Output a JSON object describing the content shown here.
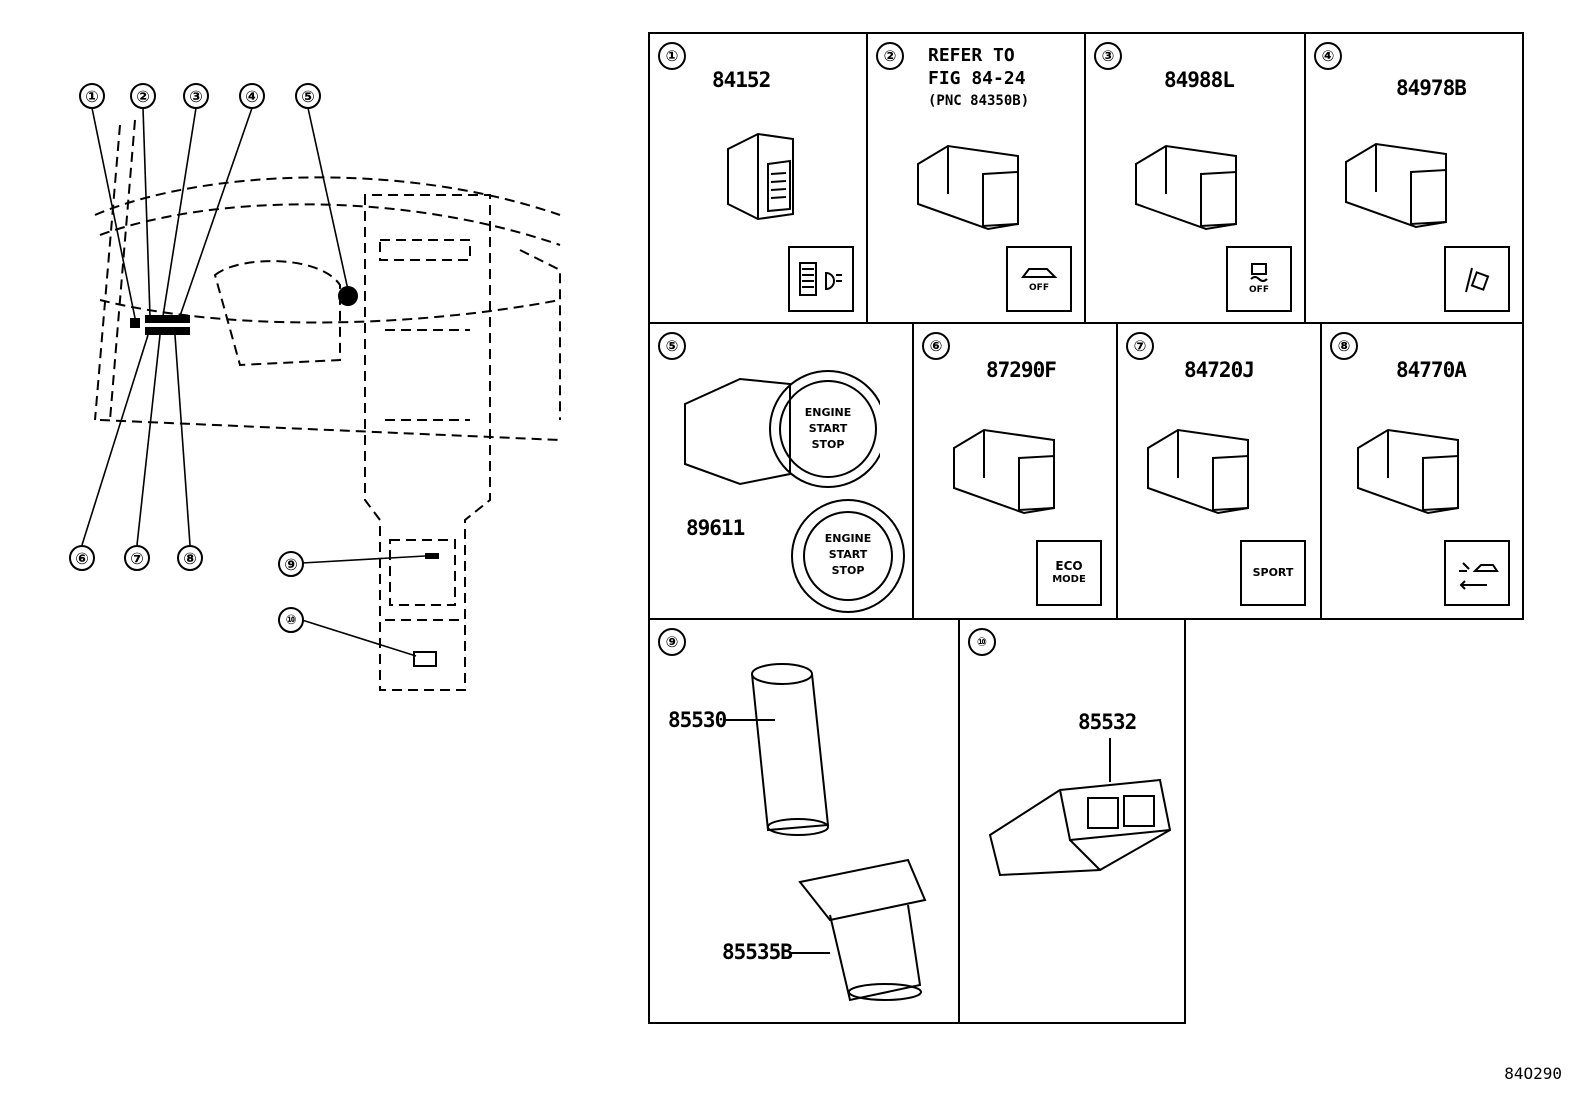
{
  "overview": {
    "callouts": [
      "①",
      "②",
      "③",
      "④",
      "⑤",
      "⑥",
      "⑦",
      "⑧",
      "⑨",
      "⑩"
    ]
  },
  "panels": [
    {
      "num": "①",
      "part": "84152",
      "icon": "headlight-level-icon"
    },
    {
      "num": "②",
      "ref_lines": [
        "REFER TO",
        "FIG 84-24"
      ],
      "ref_pnc": "(PNC 84350B)",
      "icon": "car-sensor-off-icon",
      "icon_text": "OFF"
    },
    {
      "num": "③",
      "part": "84988L",
      "icon": "traction-off-icon",
      "icon_text": "OFF"
    },
    {
      "num": "④",
      "part": "84978B",
      "icon": "lane-assist-icon"
    },
    {
      "num": "⑤",
      "part": "89611",
      "button_text": [
        "ENGINE",
        "START",
        "STOP"
      ]
    },
    {
      "num": "⑥",
      "part": "87290F",
      "icon_text": [
        "ECO",
        "MODE"
      ]
    },
    {
      "num": "⑦",
      "part": "84720J",
      "icon_text": [
        "SPORT"
      ]
    },
    {
      "num": "⑧",
      "part": "84770A",
      "icon": "pre-collision-icon"
    },
    {
      "num": "⑨",
      "parts": [
        "85530",
        "85535B"
      ]
    },
    {
      "num": "⑩",
      "part": "85532"
    }
  ],
  "figure_code": "84O290"
}
